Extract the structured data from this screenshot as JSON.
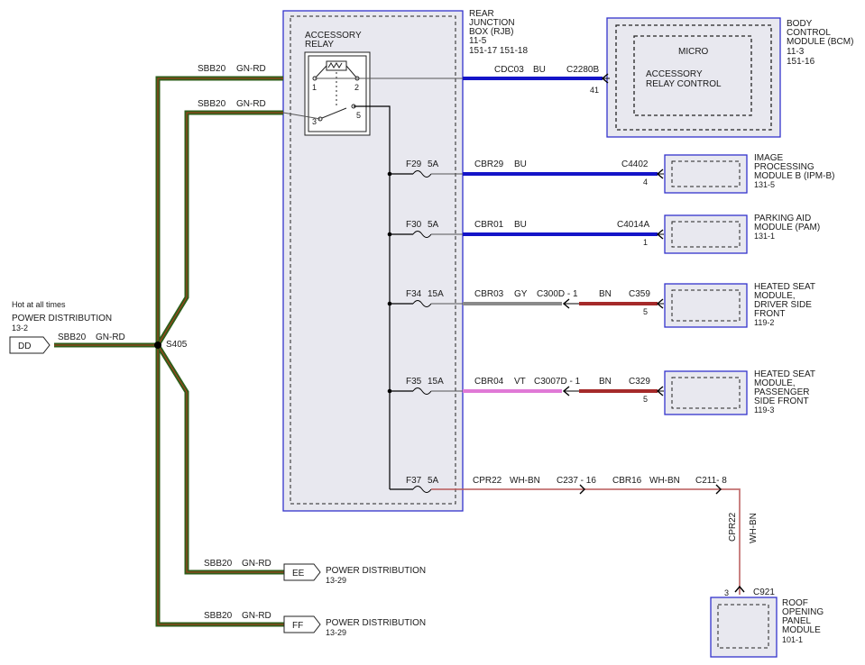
{
  "power_in": {
    "hot_label": "Hot at all times",
    "title": "POWER DISTRIBUTION",
    "ref": "13-2",
    "connector": "DD",
    "wire": "SBB20",
    "color": "GN-RD",
    "splice": "S405"
  },
  "relay_feed": [
    {
      "wire": "SBB20",
      "color": "GN-RD"
    },
    {
      "wire": "SBB20",
      "color": "GN-RD"
    }
  ],
  "rjb": {
    "line1": "REAR",
    "line2": "JUNCTION",
    "line3": "BOX (RJB)",
    "ref1": "11-5",
    "ref2": "151-17  151-18",
    "relay_line1": "ACCESSORY",
    "relay_line2": "RELAY",
    "pin1": "1",
    "pin2": "2",
    "pin3": "3",
    "pin5": "5"
  },
  "bcm": {
    "line1": "BODY",
    "line2": "CONTROL",
    "line3": "MODULE (BCM)",
    "ref1": "11-3",
    "ref2": "151-16",
    "micro": "MICRO",
    "func1": "ACCESSORY",
    "func2": "RELAY CONTROL",
    "wire": "CDC03",
    "color": "BU",
    "connector": "C2280B",
    "pin": "41"
  },
  "circuits": [
    {
      "fuse": "F29",
      "amps": "5A",
      "wire": "CBR29",
      "color": "BU",
      "connector": "C4402",
      "pin": "4",
      "module": [
        "IMAGE",
        "PROCESSING",
        "MODULE B (IPM-B)"
      ],
      "ref": "131-5"
    },
    {
      "fuse": "F30",
      "amps": "5A",
      "wire": "CBR01",
      "color": "BU",
      "connector": "C4014A",
      "pin": "1",
      "module": [
        "PARKING AID",
        "MODULE (PAM)"
      ],
      "ref": "131-1"
    },
    {
      "fuse": "F34",
      "amps": "15A",
      "wire": "CBR03",
      "color": "GY",
      "inline": "C300D - 1",
      "color2": "BN",
      "connector": "C359",
      "pin": "5",
      "module": [
        "HEATED SEAT",
        "MODULE,",
        "DRIVER SIDE",
        "FRONT"
      ],
      "ref": "119-2"
    },
    {
      "fuse": "F35",
      "amps": "15A",
      "wire": "CBR04",
      "color": "VT",
      "inline": "C3007D - 1",
      "color2": "BN",
      "connector": "C329",
      "pin": "5",
      "module": [
        "HEATED SEAT",
        "MODULE,",
        "PASSENGER",
        "SIDE FRONT"
      ],
      "ref": "119-3"
    }
  ],
  "roof": {
    "fuse": "F37",
    "amps": "5A",
    "wire": "CPR22",
    "color": "WH-BN",
    "inline1": "C237 - 16",
    "wire2": "CBR16",
    "color2": "WH-BN",
    "inline2": "C211- 8",
    "vwire": "CPR22",
    "vcolor": "WH-BN",
    "pin": "3",
    "connector": "C921",
    "module": [
      "ROOF",
      "OPENING",
      "PANEL",
      "MODULE"
    ],
    "ref": "101-1"
  },
  "power_out": [
    {
      "wire": "SBB20",
      "color": "GN-RD",
      "connector": "EE",
      "title": "POWER DISTRIBUTION",
      "ref": "13-29"
    },
    {
      "wire": "SBB20",
      "color": "GN-RD",
      "connector": "FF",
      "title": "POWER DISTRIBUTION",
      "ref": "13-29"
    }
  ],
  "colors": {
    "gn_rd_outer": "#2e5e1a",
    "gn_rd_inner": "#b53a1a",
    "bu": "#1414c8",
    "gy": "#8a8a8a",
    "bn": "#a52a2a",
    "vt": "#e079d6",
    "wh_bn": "#b23030",
    "module_border": "#3333cc",
    "module_fill": "#e8e8ef"
  }
}
